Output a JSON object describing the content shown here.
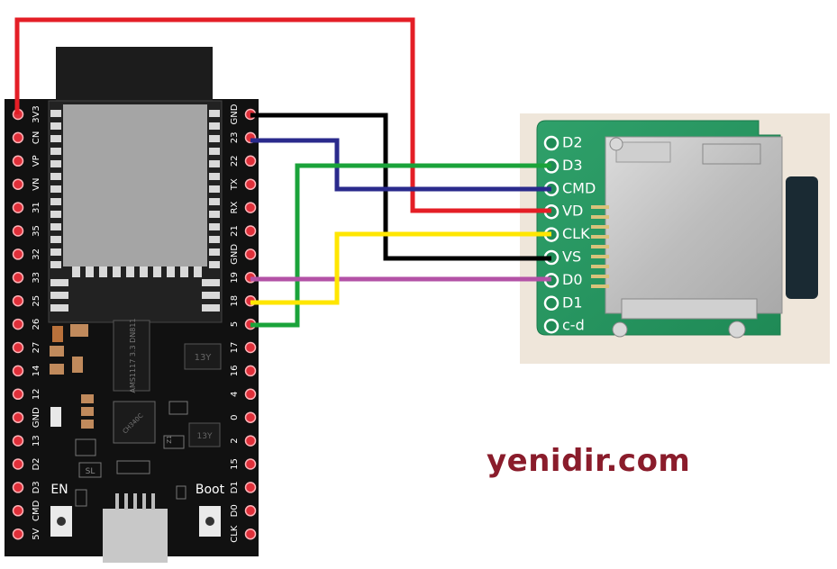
{
  "board": {
    "left_pins": [
      "3V3",
      "CN",
      "VP",
      "VN",
      "31",
      "35",
      "32",
      "33",
      "25",
      "26",
      "27",
      "14",
      "12",
      "GND",
      "13",
      "D2",
      "D3",
      "CMD",
      "5V"
    ],
    "right_pins": [
      "GND",
      "23",
      "22",
      "TX",
      "RX",
      "21",
      "GND",
      "19",
      "18",
      "5",
      "17",
      "16",
      "4",
      "0",
      "2",
      "15",
      "D1",
      "D0",
      "CLK"
    ],
    "button_en": "EN",
    "button_boot": "Boot",
    "chip_regulator": "AMS1117 3.3 DN811",
    "chip_ch340": "CH340C",
    "chip_sl": "SL",
    "chip_13y": "13Y",
    "chip_z1": "Z1",
    "chip_13y_b": "13Y"
  },
  "sd_module": {
    "pins": [
      "D2",
      "D3",
      "CMD",
      "VD",
      "CLK",
      "VS",
      "D0",
      "D1",
      "c-d"
    ]
  },
  "wires": [
    {
      "from": "3V3",
      "to": "VD",
      "color": "#e41e26"
    },
    {
      "from": "GND",
      "to": "VS",
      "color": "#000000"
    },
    {
      "from": "23",
      "to": "CMD",
      "color": "#2a2a8c"
    },
    {
      "from": "5",
      "to": "D3",
      "color": "#1aa33a"
    },
    {
      "from": "19",
      "to": "D0",
      "color": "#b352a6"
    },
    {
      "from": "18",
      "to": "CLK",
      "color": "#ffe600"
    }
  ],
  "watermark": "yenidir.com"
}
